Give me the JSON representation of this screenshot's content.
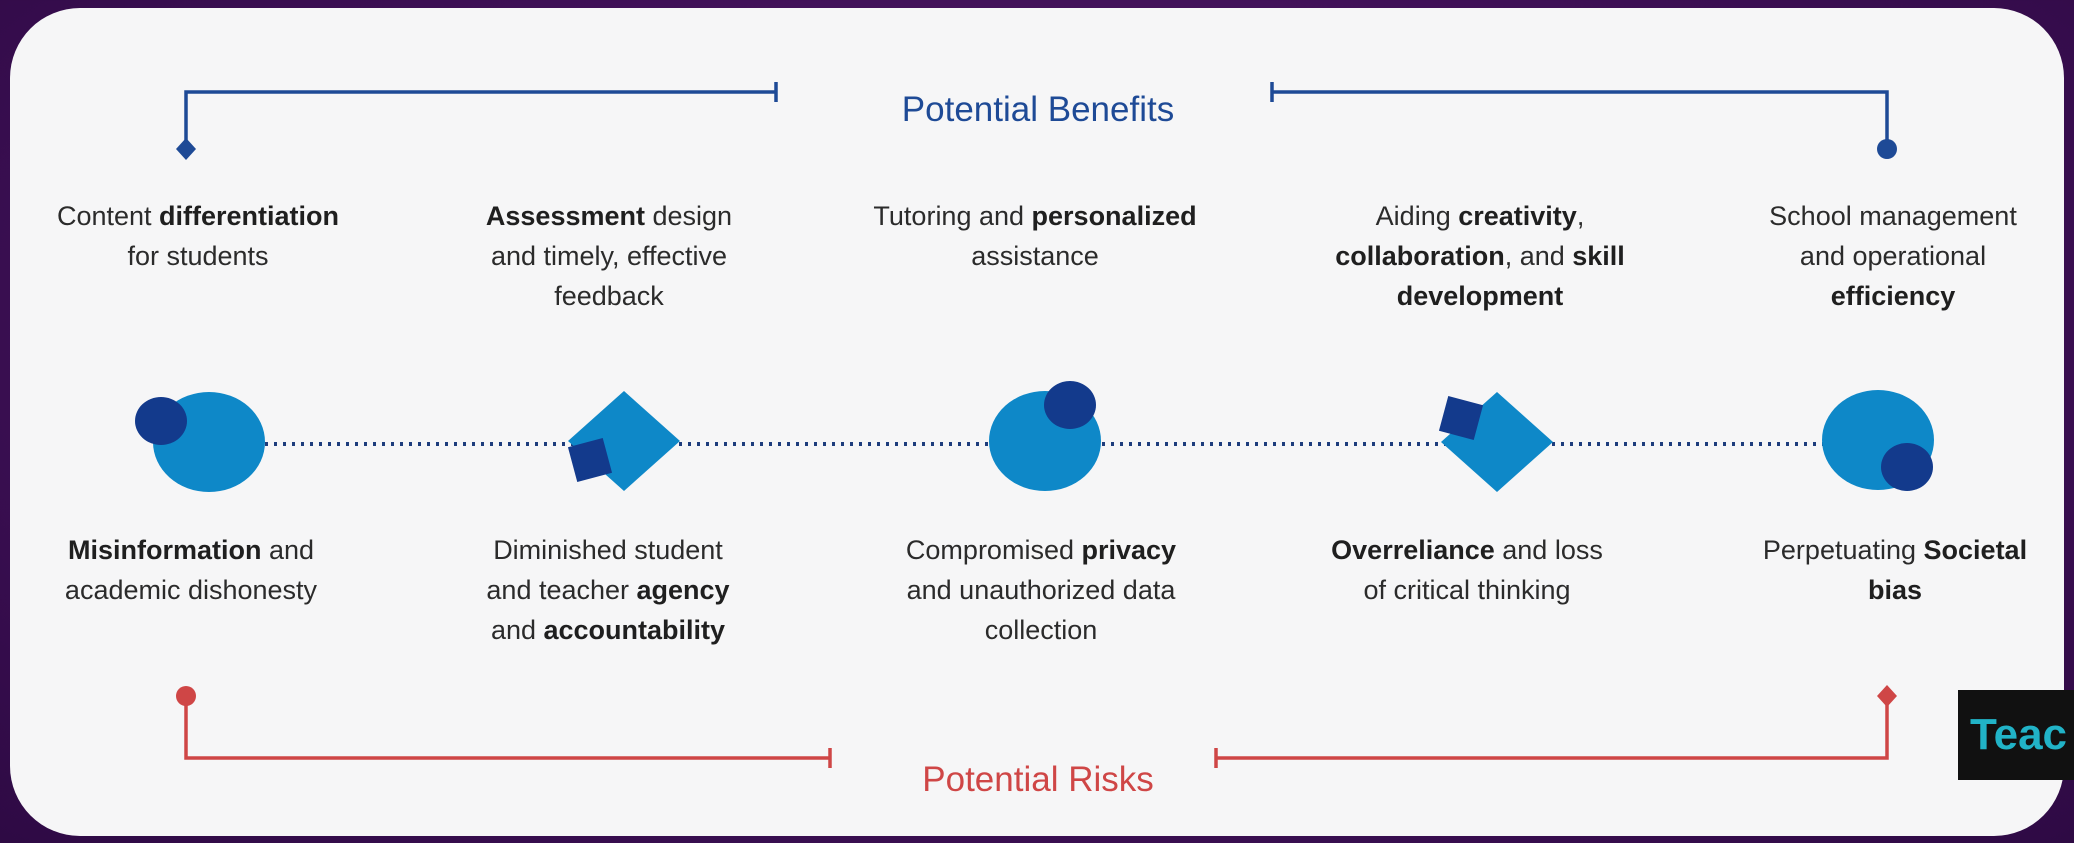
{
  "benefits_title": "Potential Benefits",
  "risks_title": "Potential Risks",
  "benefits": [
    {
      "parts": [
        "Content ",
        "differentiation",
        "\nfor students"
      ]
    },
    {
      "parts": [
        "",
        "Assessment",
        " design\nand timely, effective\nfeedback"
      ]
    },
    {
      "parts": [
        "Tutoring and ",
        "personalized",
        "\nassistance"
      ]
    },
    {
      "parts": [
        "Aiding ",
        "creativity",
        ",\n",
        "collaboration",
        ", and ",
        "skill\ndevelopment",
        ""
      ]
    },
    {
      "parts": [
        "School management\nand operational\n",
        "efficiency",
        ""
      ]
    }
  ],
  "risks": [
    {
      "parts": [
        "",
        "Misinformation",
        " and\nacademic dishonesty"
      ]
    },
    {
      "parts": [
        "Diminished student\nand teacher ",
        "agency",
        "\nand ",
        "accountability",
        ""
      ]
    },
    {
      "parts": [
        "Compromised ",
        "privacy",
        "\nand unauthorized data\ncollection"
      ]
    },
    {
      "parts": [
        "",
        "Overreliance",
        " and loss\nof critical thinking"
      ]
    },
    {
      "parts": [
        "Perpetuating ",
        "Societal\nbias",
        ""
      ]
    }
  ],
  "badge_text": "Teac",
  "colors": {
    "benefit_line": "#1e4a96",
    "risk_line": "#cf4646",
    "shape_light": "#0e88c8",
    "shape_dark": "#133a8c",
    "dots": "#1d3c7c"
  }
}
